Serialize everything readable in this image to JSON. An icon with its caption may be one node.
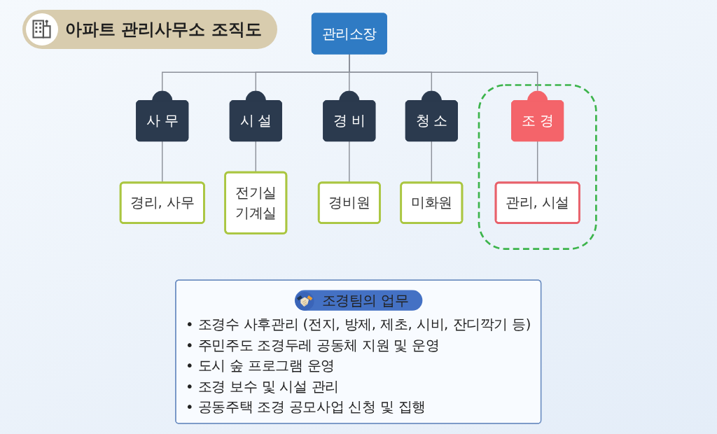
{
  "diagram": {
    "title": "아파트 관리사무소 조직도",
    "nodes": [
      {
        "text": [
          "관리소장"
        ]
      },
      {
        "text": [
          "사 무"
        ]
      },
      {
        "text": [
          "시 설"
        ]
      },
      {
        "text": [
          "경 비"
        ]
      },
      {
        "text": [
          "청 소"
        ]
      },
      {
        "text": [],
        "shape": "box"
      },
      {
        "text": [
          "조 경"
        ],
        "in": 5
      },
      {
        "text": [
          "경리, 사무"
        ]
      },
      {
        "text": [
          "전기실",
          "기계실"
        ]
      },
      {
        "text": [
          "경비원"
        ]
      },
      {
        "text": [
          "미화원"
        ]
      },
      {
        "text": [
          "관리, 시설"
        ],
        "in": 5
      },
      {
        "text": [
          "조경팀의 업무",
          "• 조경수 사후관리 (전지, 방제, 제초, 시비, 잔디깍기 등)",
          "• 주민주도 조경두레 공동체 지원 및 운영",
          "• 도시 숲 프로그램 운영",
          "• 조경 보수 및 시설 관리",
          "• 공동주택 조경 공모사업 신청 및 집행"
        ]
      }
    ],
    "edges": [
      {
        "from": 0,
        "to": 1,
        "arrow": "none"
      },
      {
        "from": 0,
        "to": 2,
        "arrow": "none"
      },
      {
        "from": 0,
        "to": 3,
        "arrow": "none"
      },
      {
        "from": 0,
        "to": 4,
        "arrow": "none"
      },
      {
        "from": 0,
        "to": 6,
        "arrow": "none"
      },
      {
        "from": 1,
        "to": 7,
        "arrow": "none"
      },
      {
        "from": 2,
        "to": 8,
        "arrow": "none"
      },
      {
        "from": 3,
        "to": 9,
        "arrow": "none"
      },
      {
        "from": 4,
        "to": 10,
        "arrow": "none"
      },
      {
        "from": 6,
        "to": 11,
        "arrow": "none"
      }
    ]
  }
}
